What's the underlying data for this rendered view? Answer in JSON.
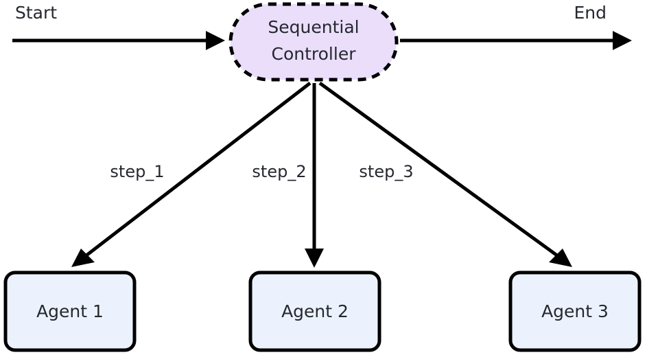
{
  "diagram": {
    "type": "flowchart",
    "direction": "top-down",
    "background_color": "#ffffff",
    "title": "",
    "terminals": {
      "start_label": "Start",
      "end_label": "End"
    },
    "controller": {
      "label_line_1": "Sequential",
      "label_line_2": "Controller",
      "shape": "stadium",
      "border_style": "dashed",
      "fill_color": "#eadefb",
      "stroke_color": "#000000",
      "text_color": "#26282f"
    },
    "agents": [
      {
        "label": "Agent 1",
        "shape": "rounded-rect",
        "fill_color": "#ecf2fd",
        "stroke_color": "#000000"
      },
      {
        "label": "Agent 2",
        "shape": "rounded-rect",
        "fill_color": "#ecf2fd",
        "stroke_color": "#000000"
      },
      {
        "label": "Agent 3",
        "shape": "rounded-rect",
        "fill_color": "#ecf2fd",
        "stroke_color": "#000000"
      }
    ],
    "edges": [
      {
        "label": "step_1",
        "from": "controller",
        "to": "Agent 1"
      },
      {
        "label": "step_2",
        "from": "controller",
        "to": "Agent 2"
      },
      {
        "label": "step_3",
        "from": "controller",
        "to": "Agent 3"
      }
    ],
    "flow_edges": [
      {
        "label": "Start",
        "from": "start",
        "to": "controller"
      },
      {
        "label": "End",
        "from": "controller",
        "to": "end"
      }
    ]
  }
}
